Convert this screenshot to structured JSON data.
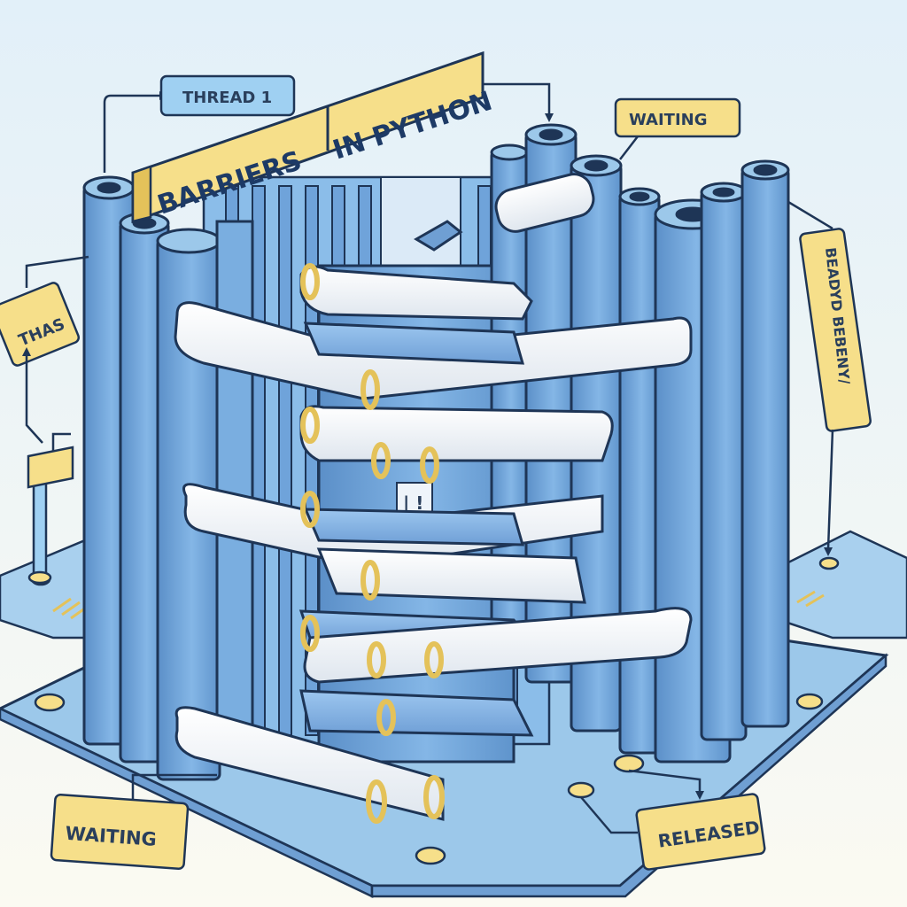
{
  "diagram": {
    "title_left": "BARRIERS",
    "title_right": "IN PYTHON",
    "labels": {
      "thread_top": "THREAD 1",
      "waiting_top": "WAITING",
      "thas_left": "THAS",
      "right_vertical": "BEADYD BEBENY/",
      "waiting_bottom": "WAITING",
      "released": "RELEASED"
    }
  },
  "colors": {
    "background": "#eef6fb",
    "pillar_fill": "#74a9dc",
    "pillar_shade": "#5b8fc8",
    "outline": "#1e3556",
    "base_plate": "#9cc8ea",
    "pipe_white": "#f8f9fb",
    "pipe_blue": "#7fb0e3",
    "label_yellow": "#f6df8a",
    "label_blue": "#9fd0f2",
    "accent_gold": "#e4c25a"
  }
}
